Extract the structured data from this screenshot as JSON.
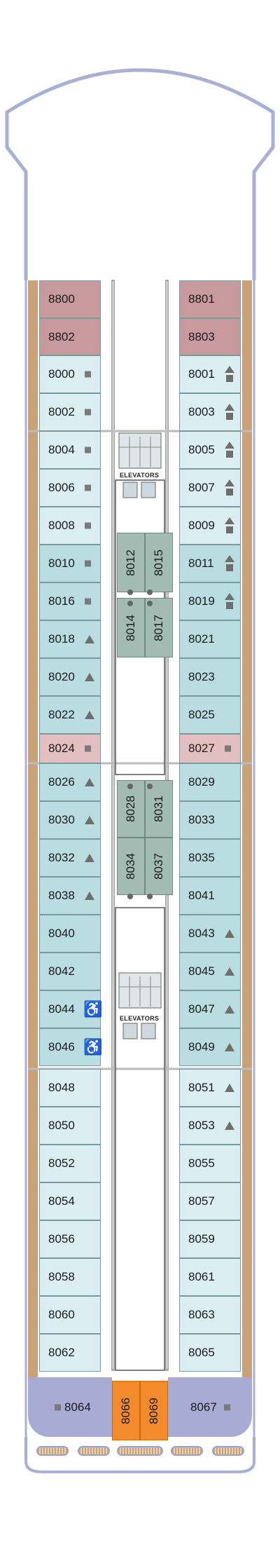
{
  "colors": {
    "hull": "#a9b0d6",
    "suite": "#c89a9e",
    "pink": "#e3bfc1",
    "teal": "#b9dde1",
    "light": "#dbeff2",
    "interior": "#a2bcb4",
    "orange": "#f38a2c",
    "aft": "#a8acd4",
    "wood": "#c9a27a"
  },
  "legend_symbols": {
    "sq": "square-icon",
    "tri": "triangle-icon",
    "tri-sq": "triangle-square-icon",
    "wc": "wheelchair-icon"
  },
  "elevators_fwd": "ELEVATORS",
  "elevators_aft": "ELEVATORS",
  "left_cabins": [
    {
      "num": "8800",
      "cat": "suite",
      "sym": ""
    },
    {
      "num": "8802",
      "cat": "suite",
      "sym": ""
    },
    {
      "num": "8000",
      "cat": "light",
      "sym": "sq"
    },
    {
      "num": "8002",
      "cat": "light",
      "sym": "sq"
    },
    {
      "num": "8004",
      "cat": "light",
      "sym": "sq"
    },
    {
      "num": "8006",
      "cat": "light",
      "sym": "sq"
    },
    {
      "num": "8008",
      "cat": "light",
      "sym": "sq"
    },
    {
      "num": "8010",
      "cat": "teal",
      "sym": "sq"
    },
    {
      "num": "8016",
      "cat": "teal",
      "sym": "sq"
    },
    {
      "num": "8018",
      "cat": "teal",
      "sym": "tri"
    },
    {
      "num": "8020",
      "cat": "teal",
      "sym": "tri"
    },
    {
      "num": "8022",
      "cat": "teal",
      "sym": "tri"
    },
    {
      "num": "8024",
      "cat": "pink",
      "sym": "sq"
    },
    {
      "num": "8026",
      "cat": "teal",
      "sym": "tri"
    },
    {
      "num": "8030",
      "cat": "teal",
      "sym": "tri"
    },
    {
      "num": "8032",
      "cat": "teal",
      "sym": "tri"
    },
    {
      "num": "8038",
      "cat": "teal",
      "sym": "tri"
    },
    {
      "num": "8040",
      "cat": "teal",
      "sym": ""
    },
    {
      "num": "8042",
      "cat": "teal",
      "sym": ""
    },
    {
      "num": "8044",
      "cat": "teal",
      "sym": "wc"
    },
    {
      "num": "8046",
      "cat": "teal",
      "sym": "wc"
    },
    {
      "num": "8048",
      "cat": "light",
      "sym": ""
    },
    {
      "num": "8050",
      "cat": "light",
      "sym": ""
    },
    {
      "num": "8052",
      "cat": "light",
      "sym": ""
    },
    {
      "num": "8054",
      "cat": "light",
      "sym": ""
    },
    {
      "num": "8056",
      "cat": "light",
      "sym": ""
    },
    {
      "num": "8058",
      "cat": "light",
      "sym": ""
    },
    {
      "num": "8060",
      "cat": "light",
      "sym": ""
    },
    {
      "num": "8062",
      "cat": "light",
      "sym": ""
    }
  ],
  "right_cabins": [
    {
      "num": "8801",
      "cat": "suite",
      "sym": ""
    },
    {
      "num": "8803",
      "cat": "suite",
      "sym": ""
    },
    {
      "num": "8001",
      "cat": "light",
      "sym": "tri-sq"
    },
    {
      "num": "8003",
      "cat": "light",
      "sym": "tri-sq"
    },
    {
      "num": "8005",
      "cat": "light",
      "sym": "tri-sq"
    },
    {
      "num": "8007",
      "cat": "light",
      "sym": "tri-sq"
    },
    {
      "num": "8009",
      "cat": "light",
      "sym": "tri-sq"
    },
    {
      "num": "8011",
      "cat": "teal",
      "sym": "tri-sq"
    },
    {
      "num": "8019",
      "cat": "teal",
      "sym": "tri-sq"
    },
    {
      "num": "8021",
      "cat": "teal",
      "sym": ""
    },
    {
      "num": "8023",
      "cat": "teal",
      "sym": ""
    },
    {
      "num": "8025",
      "cat": "teal",
      "sym": ""
    },
    {
      "num": "8027",
      "cat": "pink",
      "sym": "sq"
    },
    {
      "num": "8029",
      "cat": "teal",
      "sym": ""
    },
    {
      "num": "8033",
      "cat": "teal",
      "sym": ""
    },
    {
      "num": "8035",
      "cat": "teal",
      "sym": ""
    },
    {
      "num": "8041",
      "cat": "teal",
      "sym": ""
    },
    {
      "num": "8043",
      "cat": "teal",
      "sym": "tri"
    },
    {
      "num": "8045",
      "cat": "teal",
      "sym": "tri"
    },
    {
      "num": "8047",
      "cat": "teal",
      "sym": "tri"
    },
    {
      "num": "8049",
      "cat": "teal",
      "sym": "tri"
    },
    {
      "num": "8051",
      "cat": "light",
      "sym": "tri"
    },
    {
      "num": "8053",
      "cat": "light",
      "sym": "tri"
    },
    {
      "num": "8055",
      "cat": "light",
      "sym": ""
    },
    {
      "num": "8057",
      "cat": "light",
      "sym": ""
    },
    {
      "num": "8059",
      "cat": "light",
      "sym": ""
    },
    {
      "num": "8061",
      "cat": "light",
      "sym": ""
    },
    {
      "num": "8063",
      "cat": "light",
      "sym": ""
    },
    {
      "num": "8065",
      "cat": "light",
      "sym": ""
    }
  ],
  "inner_cabins": [
    {
      "num": "8012"
    },
    {
      "num": "8015"
    },
    {
      "num": "8014"
    },
    {
      "num": "8017"
    },
    {
      "num": "8028"
    },
    {
      "num": "8031"
    },
    {
      "num": "8034"
    },
    {
      "num": "8037"
    }
  ],
  "aft": {
    "left": "8064",
    "right": "8067",
    "center_a": "8066",
    "center_b": "8069"
  }
}
